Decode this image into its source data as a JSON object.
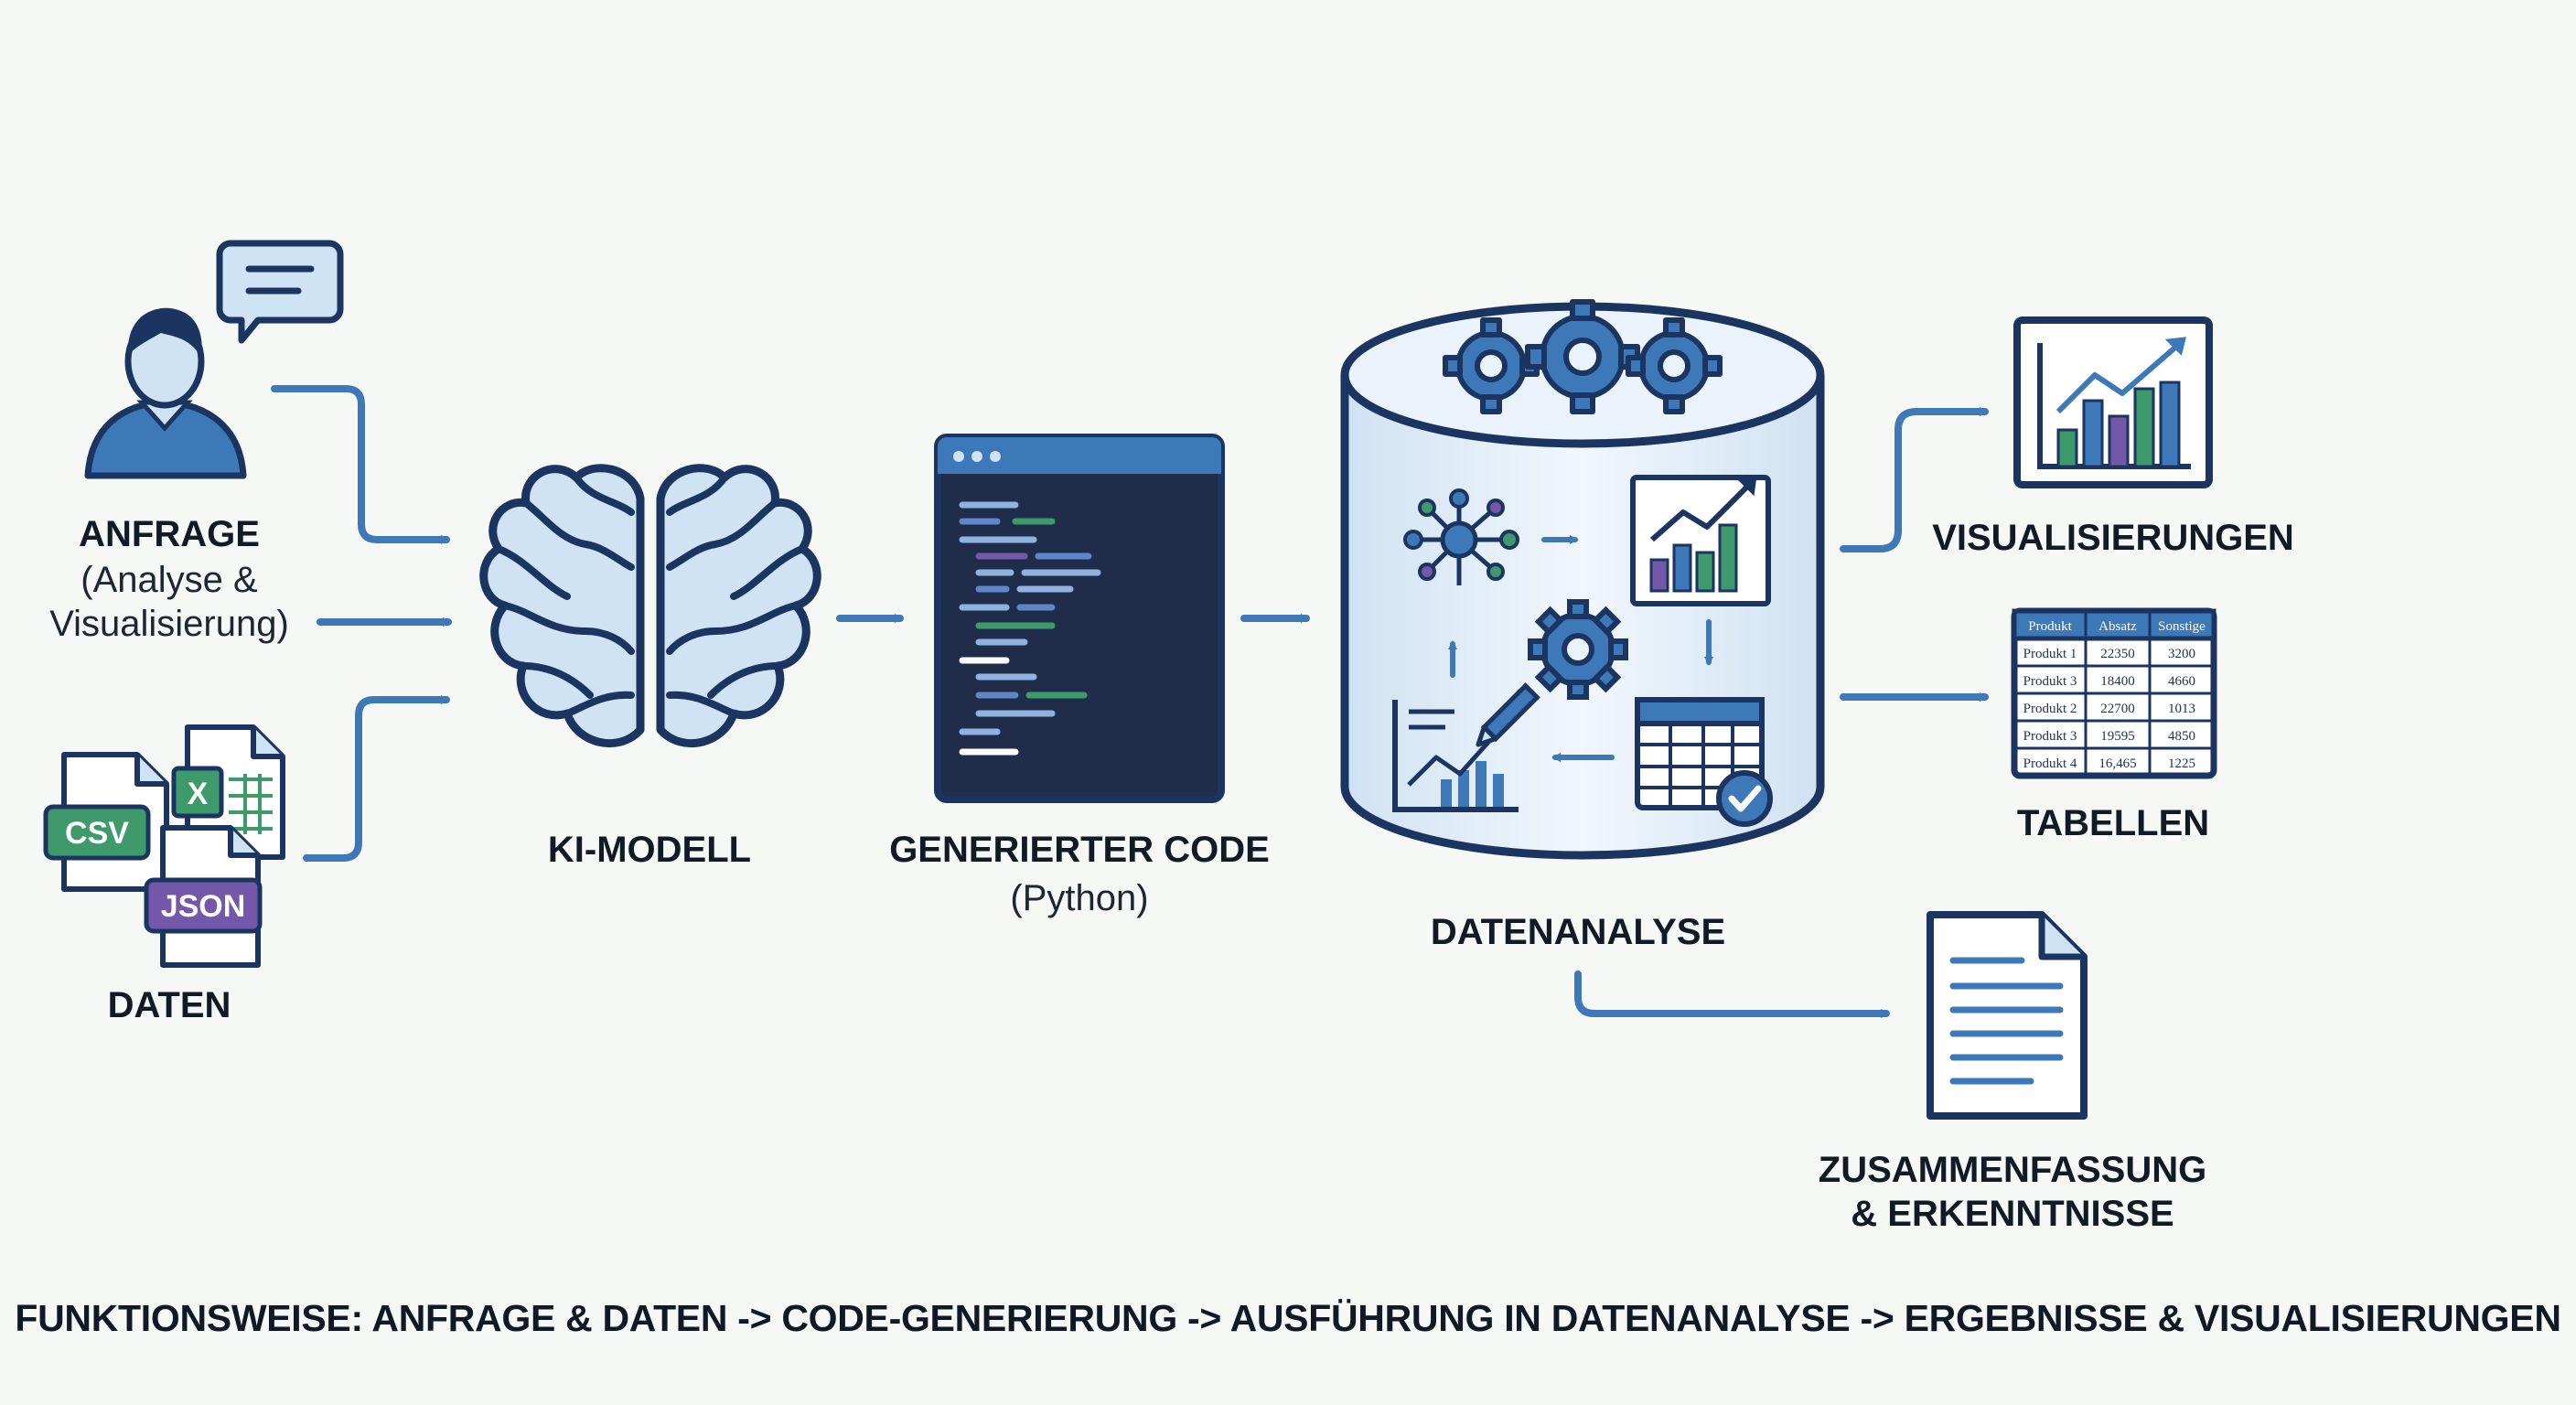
{
  "nodes": {
    "request": {
      "title": "ANFRAGE",
      "subtitle": "(Analyse &\nVisualisierung)"
    },
    "data": {
      "title": "DATEN",
      "file_labels": [
        "CSV",
        "JSON",
        "X"
      ]
    },
    "ai_model": {
      "title": "KI-MODELL"
    },
    "code": {
      "title": "GENERIERTER CODE",
      "subtitle": "(Python)"
    },
    "analysis": {
      "title": "DATENANALYSE"
    },
    "visualizations": {
      "title": "VISUALISIERUNGEN"
    },
    "tables": {
      "title": "TABELLEN",
      "table": {
        "headers": [
          "Produkt",
          "Absatz",
          "Sonstige"
        ],
        "rows": [
          [
            "Produkt 1",
            "22350",
            "3200"
          ],
          [
            "Produkt 3",
            "18400",
            "4660"
          ],
          [
            "Produkt 2",
            "22700",
            "1013"
          ],
          [
            "Produkt 3",
            "19595",
            "4850"
          ],
          [
            "Produkt 4",
            "16,465",
            "1225"
          ]
        ]
      }
    },
    "summary": {
      "title": "ZUSAMMENFASSUNG\n& ERKENNTNISSE"
    }
  },
  "footer": "FUNKTIONSWEISE: ANFRAGE & DATEN -> CODE-GENERIERUNG -> AUSFÜHRUNG IN DATENANALYSE -> ERGEBNISSE & VISUALISIERUNGEN",
  "colors": {
    "navy": "#1c3560",
    "blue": "#3d78b8",
    "light_blue": "#cfe3f4",
    "green": "#3f9a6b",
    "purple": "#7357a8",
    "code_bg": "#1f2d4b"
  }
}
